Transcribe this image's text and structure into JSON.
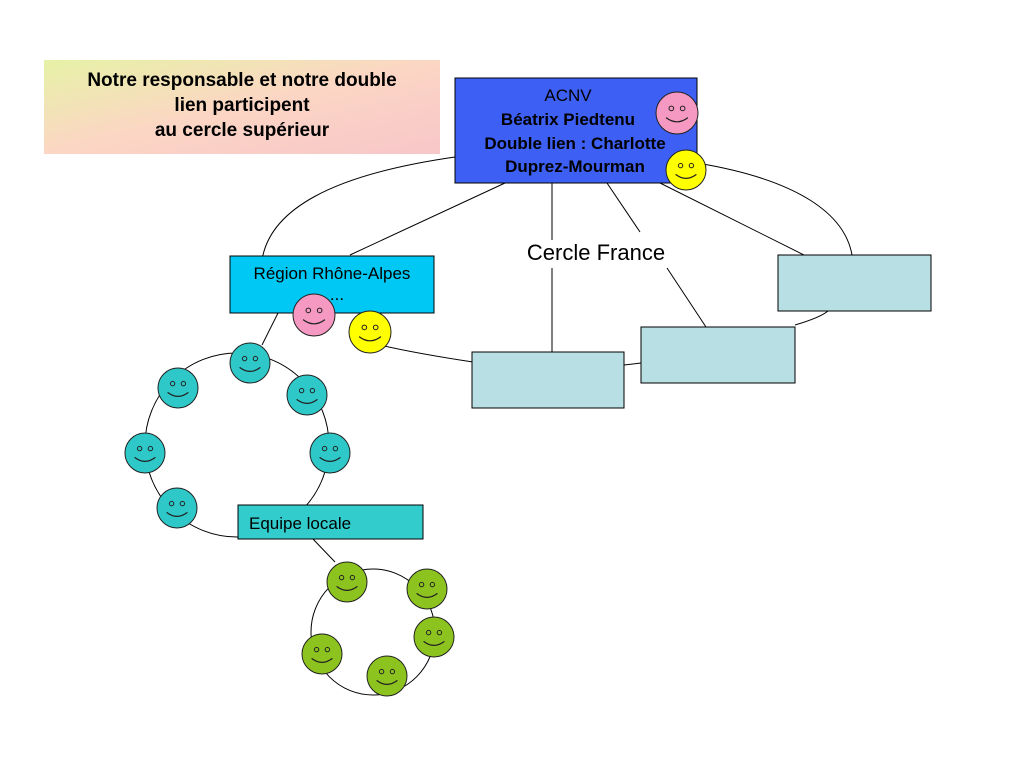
{
  "note": {
    "lines": [
      "Notre responsable et notre double",
      "lien participent",
      "au cercle supérieur"
    ]
  },
  "acnv": {
    "title": "ACNV",
    "lines": [
      "Béatrix Piedtenu",
      "Double lien : Charlotte",
      "Duprez-Mourman"
    ]
  },
  "circle_label": "Cercle France",
  "region": {
    "label": "Région Rhône-Alpes",
    "sub": "..."
  },
  "local_team": {
    "label": "Equipe locale"
  },
  "colors": {
    "note_gradient": [
      "#e6f2a6",
      "#fcd6c4",
      "#f7c6c9"
    ],
    "acnv_fill": "#3e5ff3",
    "region_fill": "#00c8f5",
    "empty_box_fill": "#b8dfe3",
    "local_team_fill": "#33cccc",
    "smiley_pink": "#f599c3",
    "smiley_yellow": "#ffff00",
    "smiley_teal": "#2ec8c8",
    "smiley_green": "#8dc31e"
  }
}
